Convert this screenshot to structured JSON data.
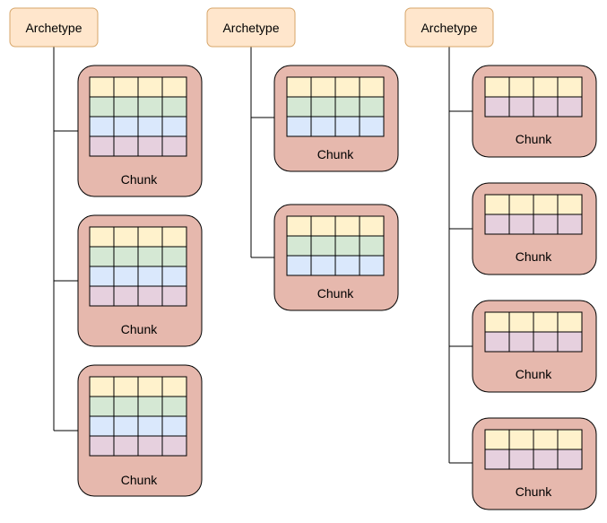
{
  "colors": {
    "archetype_fill": "#ffe6cc",
    "archetype_stroke": "#d7a66a",
    "chunk_fill": "#e6b8ad",
    "row_yellow": "#fff2cc",
    "row_green": "#d5e8d4",
    "row_blue": "#dae8fc",
    "row_pink": "#e6d0de"
  },
  "archetypes": [
    {
      "label": "Archetype",
      "row_colors": [
        "row_yellow",
        "row_green",
        "row_blue",
        "row_pink"
      ],
      "chunks": [
        {
          "label": "Chunk"
        },
        {
          "label": "Chunk"
        },
        {
          "label": "Chunk"
        }
      ]
    },
    {
      "label": "Archetype",
      "row_colors": [
        "row_yellow",
        "row_green",
        "row_blue"
      ],
      "chunks": [
        {
          "label": "Chunk"
        },
        {
          "label": "Chunk"
        }
      ]
    },
    {
      "label": "Archetype",
      "row_colors": [
        "row_yellow",
        "row_pink"
      ],
      "chunks": [
        {
          "label": "Chunk"
        },
        {
          "label": "Chunk"
        },
        {
          "label": "Chunk"
        },
        {
          "label": "Chunk"
        }
      ]
    }
  ]
}
